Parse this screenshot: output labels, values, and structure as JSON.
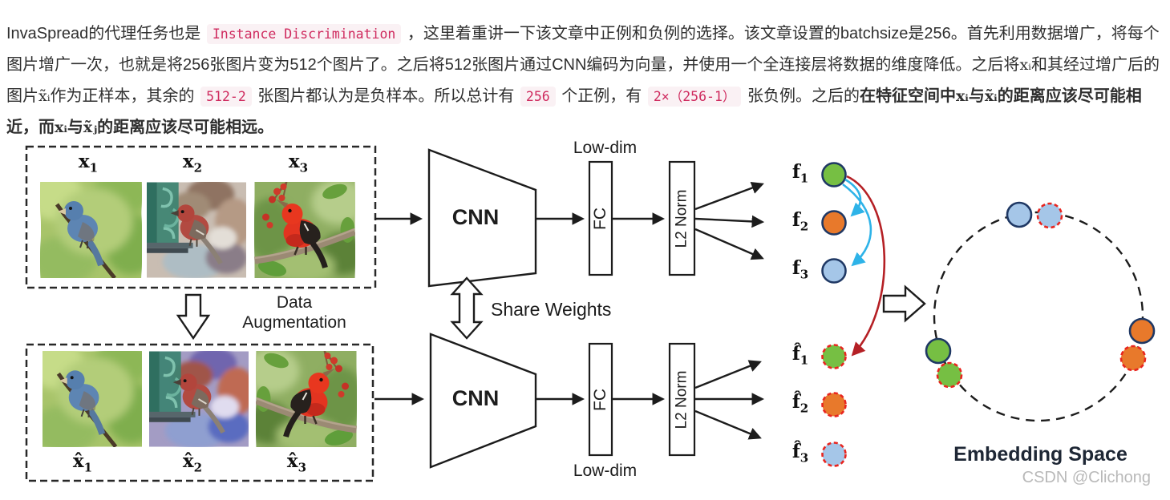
{
  "article": {
    "segments": [
      {
        "style": "normal",
        "text": "InvaSpread的代理任务也是 "
      },
      {
        "style": "code",
        "text": "Instance Discrimination"
      },
      {
        "style": "normal",
        "text": " ，这里着重讲一下该文章中正例和负例的选择。该文章设置的batchsize是256。首先利用数据增广，将每个图片增广一次，也就是将256张图片变为512个图片了。之后将512张图片通过CNN编码为向量，并使用一个全连接层将数据的维度降低。之后将"
      },
      {
        "style": "math",
        "text": "xᵢ"
      },
      {
        "style": "normal",
        "text": "和其经过增广后的图片"
      },
      {
        "style": "math",
        "text": "x̃ᵢ"
      },
      {
        "style": "normal",
        "text": "作为正样本，其余的 "
      },
      {
        "style": "code",
        "text": "512-2"
      },
      {
        "style": "normal",
        "text": " 张图片都认为是负样本。所以总计有 "
      },
      {
        "style": "code",
        "text": "256"
      },
      {
        "style": "normal",
        "text": " 个正例，有 "
      },
      {
        "style": "code",
        "text": "2×（256-1）"
      },
      {
        "style": "normal",
        "text": " 张负例。之后的"
      },
      {
        "style": "bold",
        "text": "在特征空间中"
      },
      {
        "style": "boldmath",
        "text": "xᵢ"
      },
      {
        "style": "bold",
        "text": "与"
      },
      {
        "style": "boldmath",
        "text": "x̃ᵢ"
      },
      {
        "style": "bold",
        "text": "的距离应该尽可能相近，而"
      },
      {
        "style": "boldmath",
        "text": "xᵢ"
      },
      {
        "style": "bold",
        "text": "与"
      },
      {
        "style": "boldmath",
        "text": "x̃ⱼ"
      },
      {
        "style": "bold",
        "text": "的距离应该尽可能相远。"
      }
    ]
  },
  "figure": {
    "input_labels": [
      {
        "base": "x",
        "sub": "1"
      },
      {
        "base": "x",
        "sub": "2"
      },
      {
        "base": "x",
        "sub": "3"
      }
    ],
    "augmented_labels": [
      {
        "base": "x̂",
        "sub": "1"
      },
      {
        "base": "x̂",
        "sub": "2"
      },
      {
        "base": "x̂",
        "sub": "3"
      }
    ],
    "data_augmentation": {
      "line1": "Data",
      "line2": "Augmentation"
    },
    "cnn_top": "CNN",
    "cnn_bottom": "CNN",
    "share_weights": "Share Weights",
    "fc_top": "FC",
    "fc_bottom": "FC",
    "l2norm_top": "L2 Norm",
    "l2norm_bottom": "L2 Norm",
    "low_dim_top": "Low-dim",
    "low_dim_bottom": "Low-dim",
    "features_top": [
      {
        "base": "f",
        "sub": "1"
      },
      {
        "base": "f",
        "sub": "2"
      },
      {
        "base": "f",
        "sub": "3"
      }
    ],
    "features_bottom": [
      {
        "base": "f̂",
        "sub": "1"
      },
      {
        "base": "f̂",
        "sub": "2"
      },
      {
        "base": "f̂",
        "sub": "3"
      }
    ],
    "embedding_label": "Embedding Space",
    "colors": {
      "positive_green": "#76bf43",
      "negative_orange": "#e8792b",
      "negative_blue": "#a5c6e8",
      "solid_border_navy": "#1f3864",
      "augmented_border_red": "#e8251f",
      "attract_arrow_red": "#b52025",
      "repel_arrow_cyan": "#2eb3e8",
      "code_text": "#cf2a5e",
      "code_background": "#faf1f4"
    }
  },
  "watermark": "CSDN @Clichong"
}
